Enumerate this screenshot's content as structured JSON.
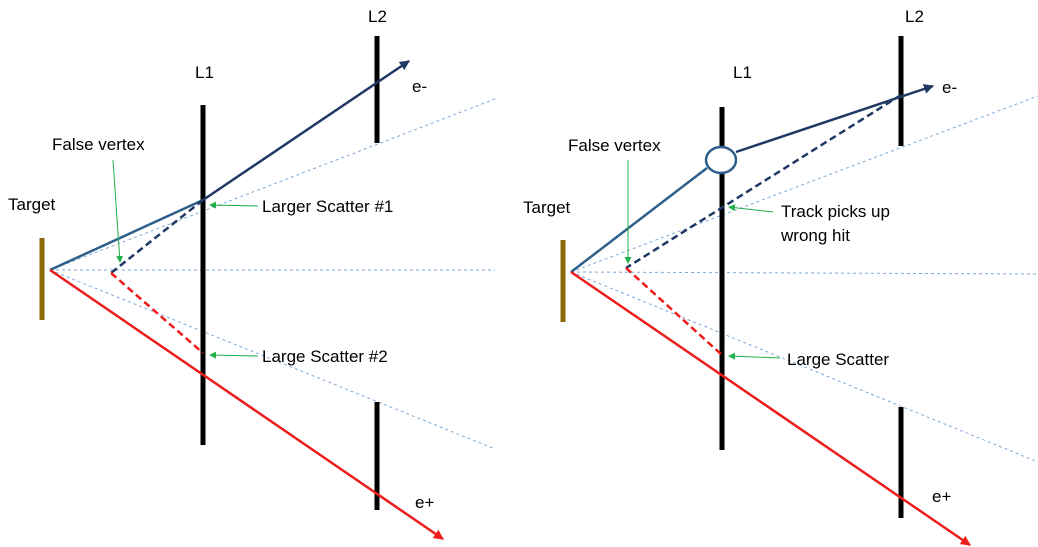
{
  "panels": {
    "left": {
      "target_label": "Target",
      "layer1_label": "L1",
      "layer2_label": "L2",
      "false_vertex_label": "False vertex",
      "electron_label": "e-",
      "positron_label": "e+",
      "scatter_top_label": "Larger Scatter #1",
      "scatter_bottom_label": "Large Scatter #2"
    },
    "right": {
      "target_label": "Target",
      "layer1_label": "L1",
      "layer2_label": "L2",
      "false_vertex_label": "False vertex",
      "electron_label": "e-",
      "positron_label": "e+",
      "wrong_hit_label_line1": "Track picks up",
      "wrong_hit_label_line2": "wrong hit",
      "scatter_bottom_label": "Large Scatter"
    }
  },
  "colors": {
    "target": "#8b6a0a",
    "detector": "#000000",
    "electron_track": "#1f3864",
    "electron_track_near": "#2e5f8a",
    "positron_track": "#ee1c1c",
    "guide_line": "#7eaad6",
    "annotation_arrow": "#22b04a"
  }
}
